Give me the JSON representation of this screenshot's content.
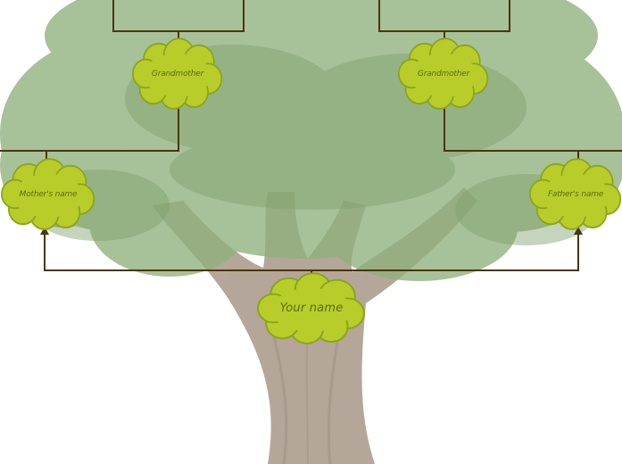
{
  "family_tree": {
    "members": {
      "self": {
        "label": "Your name"
      },
      "mother": {
        "label": "Mother's name"
      },
      "father": {
        "label": "Father's name"
      },
      "maternal_grandmother": {
        "label": "Grandmother"
      },
      "paternal_grandmother": {
        "label": "Grandmother"
      }
    }
  },
  "colors": {
    "node_fill": "#b8cd2a",
    "node_stroke": "#8aa51a",
    "node_text": "#5b6b12",
    "connector": "#4a3512",
    "foliage": "#8fb07c",
    "trunk": "#a09080"
  }
}
